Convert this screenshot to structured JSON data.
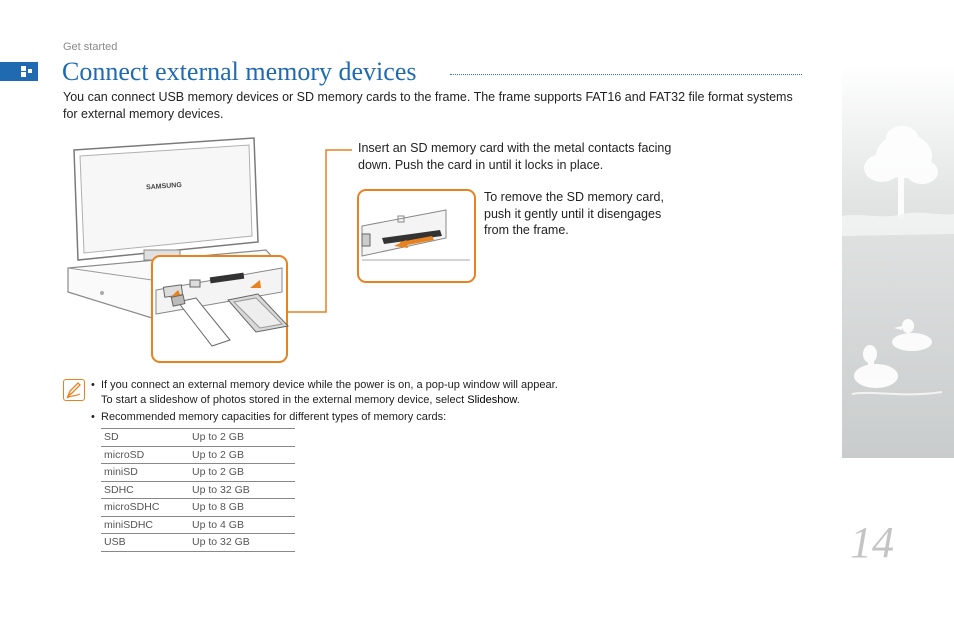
{
  "header": {
    "section": "Get started",
    "title": "Connect external memory devices"
  },
  "intro": "You can connect USB memory devices or SD memory cards to the frame. The frame supports FAT16 and FAT32 file format systems for external memory devices.",
  "illustration": {
    "brand": "SAMSUNG",
    "callout_insert": "Insert an SD memory card with the metal contacts facing down. Push the card in until it locks in place.",
    "callout_remove": "To remove the SD memory card, push it gently until it disengages from the frame."
  },
  "notes": {
    "item1_line1": "If you connect an external memory device while the power is on, a pop-up window will appear.",
    "item1_line2_prefix": "To start a slideshow of photos stored in the external memory device, select ",
    "item1_line2_bold": "Slideshow",
    "item1_line2_suffix": ".",
    "item2": "Recommended memory capacities for different types of memory cards:"
  },
  "capacity_table": [
    {
      "type": "SD",
      "capacity": "Up to 2 GB"
    },
    {
      "type": "microSD",
      "capacity": "Up to 2 GB"
    },
    {
      "type": "miniSD",
      "capacity": "Up to 2 GB"
    },
    {
      "type": "SDHC",
      "capacity": "Up to 32 GB"
    },
    {
      "type": "microSDHC",
      "capacity": "Up to 8 GB"
    },
    {
      "type": "miniSDHC",
      "capacity": "Up to 4 GB"
    },
    {
      "type": "USB",
      "capacity": "Up to 32 GB"
    }
  ],
  "page_number": "14",
  "colors": {
    "accent_blue": "#1f6ab1",
    "callout_orange": "#e8821f",
    "text": "#222222"
  },
  "icons": {
    "section_marker": "expand-icon",
    "note": "pencil-note-icon"
  }
}
